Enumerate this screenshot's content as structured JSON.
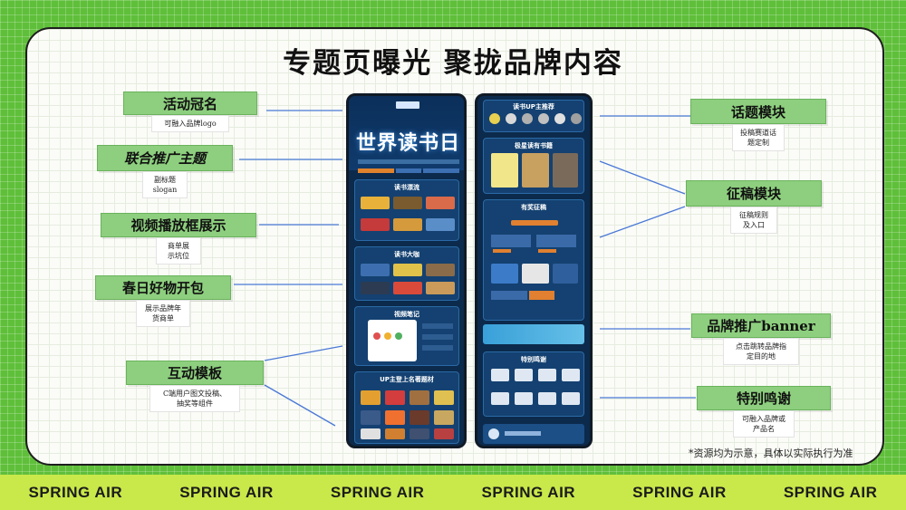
{
  "title": "专题页曝光 聚拢品牌内容",
  "note": "*资源均为示意，具体以实际执行为准",
  "footer": [
    "SPRING AIR",
    "SPRING AIR",
    "SPRING AIR",
    "SPRING AIR",
    "SPRING AIR",
    "SPRING AIR"
  ],
  "left_labels": [
    {
      "head": "活动冠名",
      "sub": "可融入品牌logo"
    },
    {
      "head": "联合推广主题",
      "sub": "副标题\nslogan"
    },
    {
      "head": "视频播放框展示",
      "sub": "商单展\n示坑位"
    },
    {
      "head": "春日好物开包",
      "sub": "展示品牌年\n货商单"
    },
    {
      "head": "互动模板",
      "sub": "C端用户图文投稿、\n抽奖等组件"
    }
  ],
  "right_labels": [
    {
      "head": "话题模块",
      "sub": "投稿赛道话\n题定制"
    },
    {
      "head": "征稿模块",
      "sub": "征稿规则\n及入口"
    },
    {
      "head": "品牌推广banner",
      "sub": "点击跳转品牌指\n定目的地"
    },
    {
      "head": "特别鸣谢",
      "sub": "可融入品牌或\n产品名"
    }
  ],
  "phone_left": {
    "hero": "世界读书日",
    "sections": [
      "读书漂流",
      "读书大咖",
      "视频笔记",
      "UP主登上名著题材"
    ]
  },
  "phone_right": {
    "header": "读书UP主推荐",
    "sections": [
      "极星读有书籍",
      "有奖征稿",
      "特别鸣谢"
    ]
  },
  "colors": {
    "accent_green": "#8dcf7e",
    "footer": "#c9e84a",
    "line_blue": "#4a78d6",
    "phone_bg": "#0c2a4c"
  }
}
